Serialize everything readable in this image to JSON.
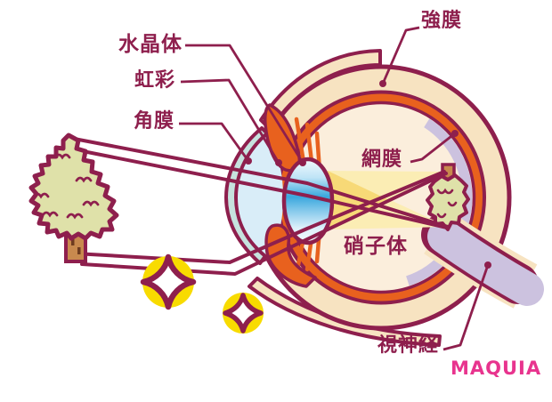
{
  "diagram": {
    "description": "eye-anatomy-cross-section-with-tree-and-inverted-retinal-image",
    "labels": {
      "lens": "水晶体",
      "iris": "虹彩",
      "cornea": "角膜",
      "sclera": "強膜",
      "retina": "網膜",
      "vitreous_body": "硝子体",
      "optic_nerve": "視神経"
    },
    "logo": "MAQUIA",
    "colors": {
      "outline_maroon": "#8E1F4D",
      "sclera_cream": "#F7E3C1",
      "choroid_orange": "#E8611E",
      "retina_lavender": "#CCC2DF",
      "interior_cream": "#FBEEDC",
      "cornea_teal": "#C6E2DE",
      "anterior_chamber_blue": "#D9EDF8",
      "lens_blue": "#39A7DD",
      "ray_yellow": "#FBEDB4",
      "ray_yellow_deep": "#F7D977",
      "tree_green": "#DFE1A9",
      "trunk_brown": "#C8894E",
      "sparkle_yellow": "#F8DB00",
      "logo_pink": "#E8348E"
    }
  }
}
